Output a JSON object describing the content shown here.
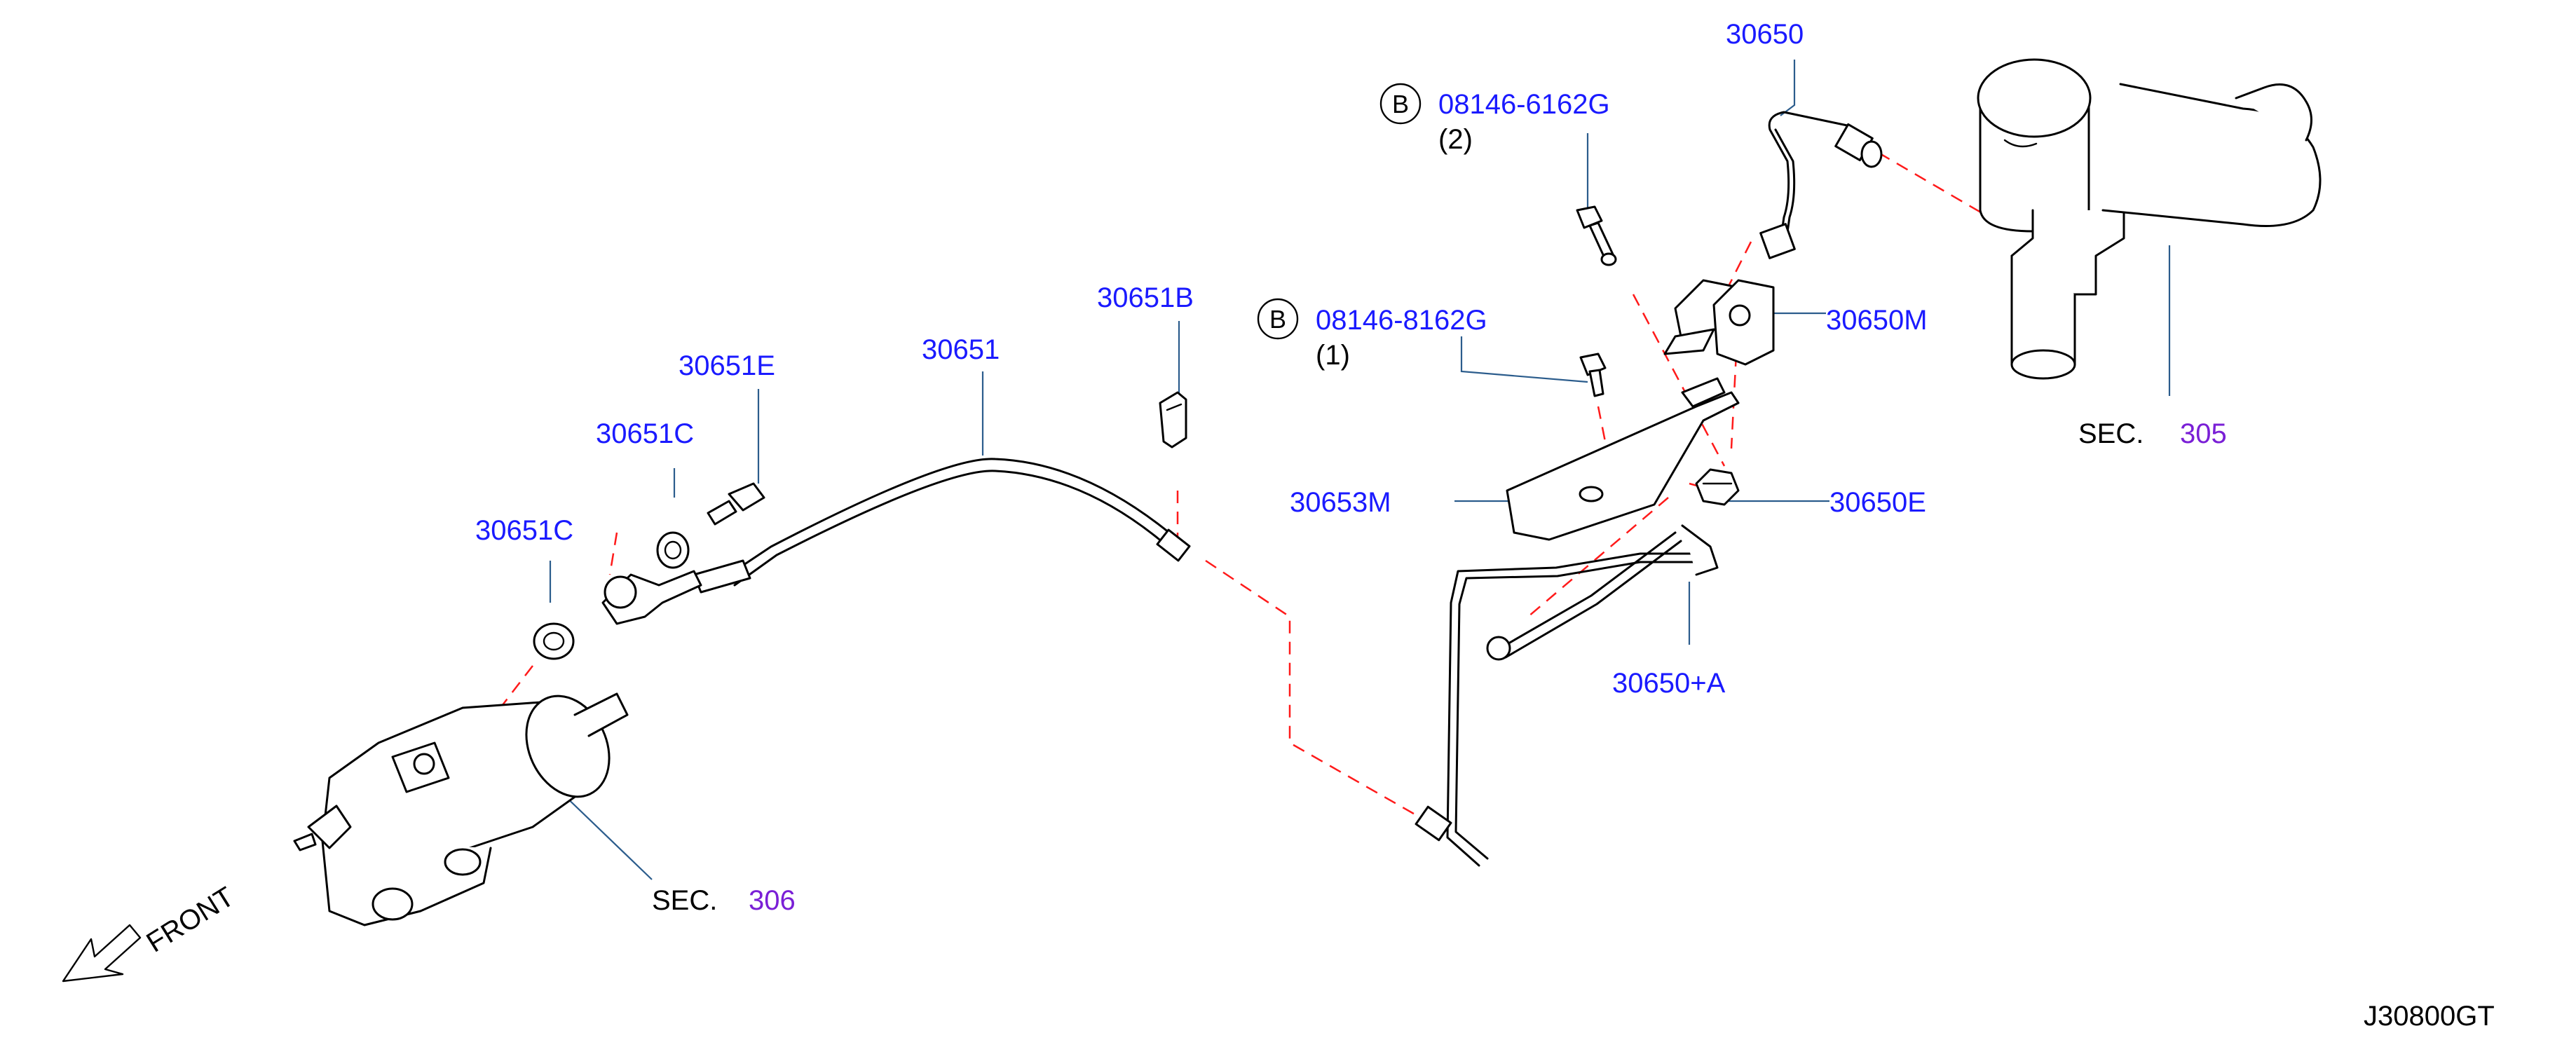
{
  "diagram": {
    "code": "J30800GT",
    "front_text": "FRONT",
    "labels": {
      "p30650": "30650",
      "bolt_b1_code": "08146-6162G",
      "bolt_b1_qty": "(2)",
      "bolt_b2_code": "08146-8162G",
      "bolt_b2_qty": "(1)",
      "p30650M": "30650M",
      "p30651B": "30651B",
      "p30651": "30651",
      "p30651E": "30651E",
      "p30651C": "30651C",
      "p30651C_2": "30651C",
      "p30653M": "30653M",
      "p30650E": "30650E",
      "p30650_plus_A": "30650+A"
    },
    "bolt_marker": "B",
    "sec_text": "SEC.",
    "sec_305": "305",
    "sec_306": "306"
  },
  "colors": {
    "part_number": "#1a1aff",
    "section_number": "#7a1fd6",
    "leader_line": "#2b5c8c",
    "dashed_line": "#ff1a1a",
    "line_art": "#000000"
  },
  "icons": {
    "front_arrow": "front-arrow-icon",
    "bolt_marker": "circle-b-icon"
  }
}
